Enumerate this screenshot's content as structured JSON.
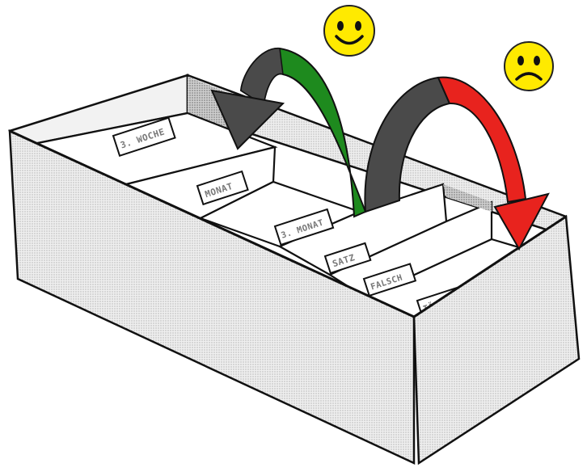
{
  "tabs": [
    {
      "label": "3. WOCHE"
    },
    {
      "label": "MONAT"
    },
    {
      "label": "3. MONAT"
    },
    {
      "label": "SATZ"
    },
    {
      "label": "FALSCH"
    },
    {
      "label": "TÄGLICH"
    }
  ],
  "arrows": {
    "correct": {
      "meaning": "moved back",
      "color": "#1e8a1e",
      "head_color": "#4a4a4a"
    },
    "wrong": {
      "meaning": "moved forward",
      "color": "#e8231e",
      "tail_color": "#4a4a4a"
    }
  },
  "faces": {
    "happy": {
      "color": "#ffea00"
    },
    "sad": {
      "color": "#ffea00"
    }
  },
  "colors": {
    "outline": "#111111",
    "box_side": "#e6e6e6",
    "box_inner_shade": "#c9c9c9",
    "card": "#ffffff"
  }
}
